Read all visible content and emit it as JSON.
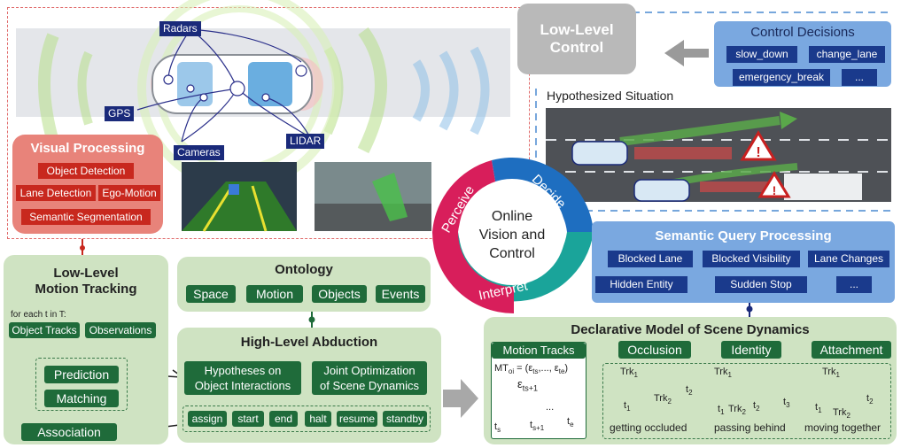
{
  "sensors": {
    "radars": "Radars",
    "gps": "GPS",
    "cameras": "Cameras",
    "lidar": "LIDAR"
  },
  "visual_processing": {
    "title": "Visual Processing",
    "items": [
      "Object Detection",
      "Lane Detection",
      "Ego-Motion",
      "Semantic Segmentation"
    ]
  },
  "low_level_control": {
    "title_line1": "Low-Level",
    "title_line2": "Control"
  },
  "control_decisions": {
    "title": "Control Decisions",
    "items": [
      "slow_down",
      "change_lane",
      "emergency_break",
      "..."
    ]
  },
  "hypothesized_situation": {
    "title": "Hypothesized Situation"
  },
  "cycle": {
    "center_line1": "Online",
    "center_line2": "Vision and",
    "center_line3": "Control",
    "perceive": "Perceive",
    "decide": "Decide",
    "interpret": "Interpret"
  },
  "semantic_query": {
    "title": "Semantic Query Processing",
    "items": [
      "Blocked Lane",
      "Blocked Visibility",
      "Lane Changes",
      "Hidden Entity",
      "Sudden Stop",
      "..."
    ]
  },
  "motion_tracking": {
    "title_line1": "Low-Level",
    "title_line2": "Motion Tracking",
    "loop_label": "for each t in T:",
    "inputs": [
      "Object Tracks",
      "Observations"
    ],
    "steps": [
      "Prediction",
      "Matching",
      "Association"
    ]
  },
  "ontology": {
    "title": "Ontology",
    "items": [
      "Space",
      "Motion",
      "Objects",
      "Events"
    ]
  },
  "abduction": {
    "title": "High-Level Abduction",
    "box1_line1": "Hypotheses on",
    "box1_line2": "Object Interactions",
    "box2_line1": "Joint Optimization",
    "box2_line2": "of Scene Dynamics",
    "events": [
      "assign",
      "start",
      "end",
      "halt",
      "resume",
      "standby"
    ]
  },
  "declarative": {
    "title": "Declarative Model of Scene Dynamics",
    "motion_tracks": "Motion Tracks",
    "mt_formula": "MT",
    "mt_sub": "oi",
    "mt_eq": " = (ε",
    "mt_ts": "ts",
    "mt_mid": ",..., ε",
    "mt_te": "te",
    "mt_end": ")",
    "eps": "ε",
    "eps_sub": "ts+1",
    "t_s": "t",
    "t_s_sub": "s",
    "t_s1": "t",
    "t_s1_sub": "s+1",
    "t_e": "t",
    "t_e_sub": "e",
    "ellipsis": "...",
    "categories": [
      "Occlusion",
      "Identity",
      "Attachment"
    ],
    "trk": "Trk",
    "sub1": "1",
    "sub2": "2",
    "sub3": "3",
    "t": "t",
    "captions": [
      "getting occluded",
      "passing behind",
      "moving together"
    ]
  }
}
